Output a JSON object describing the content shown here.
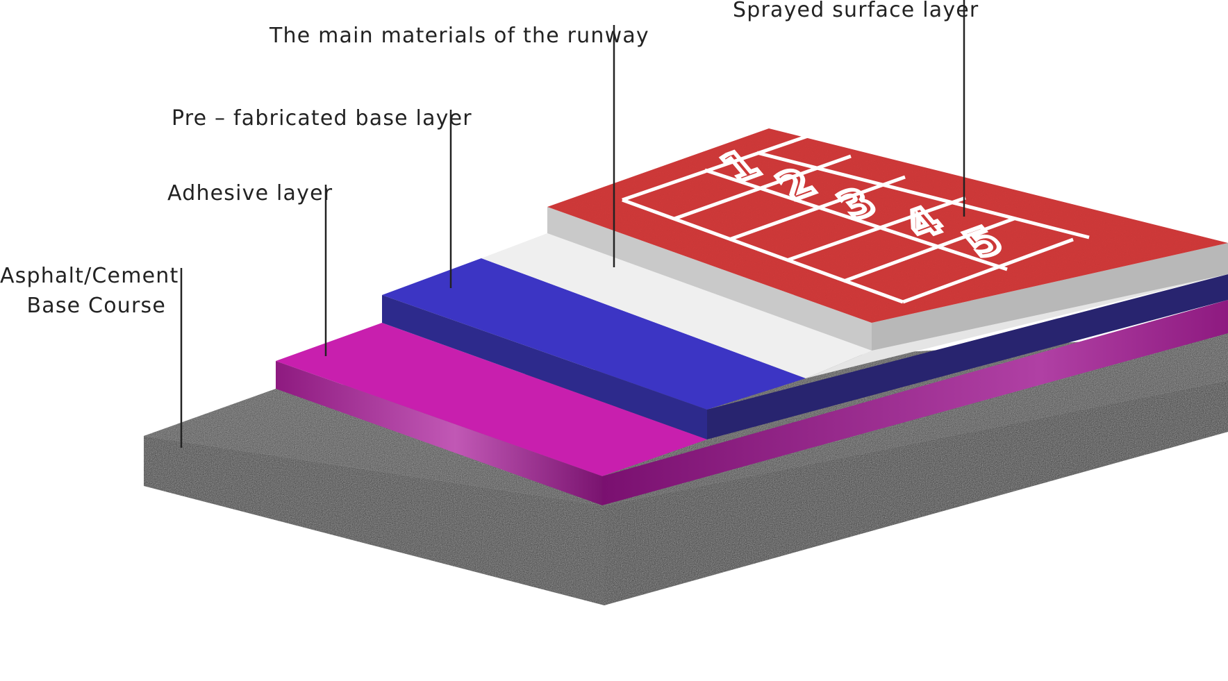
{
  "labels": {
    "sprayed_surface": "Sprayed surface layer",
    "main_materials": "The main materials of the runway",
    "prefabricated_base": "Pre – fabricated base layer",
    "adhesive": "Adhesive layer",
    "base_course_line1": "Asphalt/Cement",
    "base_course_line2": "Base Course"
  },
  "lane_numbers": [
    "1",
    "2",
    "3",
    "4",
    "5"
  ],
  "colors": {
    "asphalt_top": "#3b3b3b",
    "asphalt_front": "#2c2c2c",
    "adhesive_top": "#c81fae",
    "adhesive_front": "#9a1b86",
    "prefab_top": "#3c35c4",
    "prefab_front": "#2a257f",
    "white_layer": "#efefef",
    "white_side": "#c8c8c8",
    "track_red": "#d23a3a",
    "leader_line": "#222222"
  }
}
